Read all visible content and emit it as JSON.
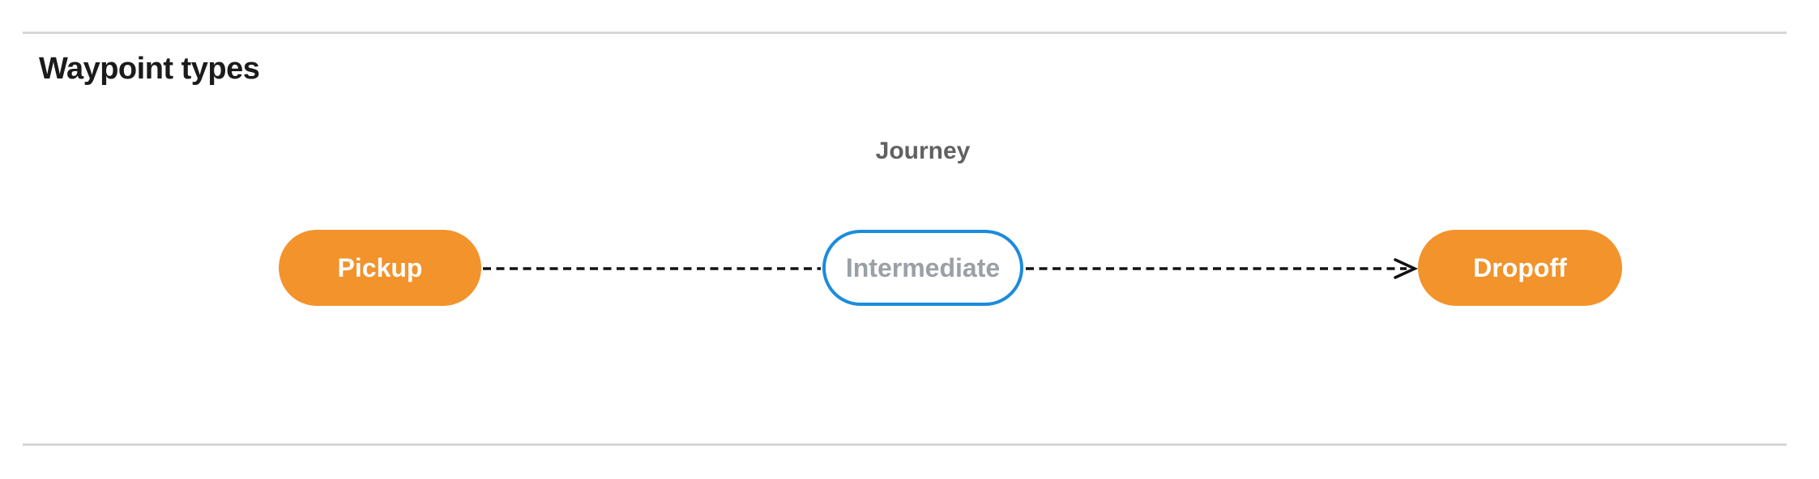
{
  "header": {
    "title": "Waypoint types"
  },
  "diagram": {
    "group_label": "Journey",
    "nodes": [
      {
        "label": "Pickup"
      },
      {
        "label": "Intermediate"
      },
      {
        "label": "Dropoff"
      }
    ],
    "colors": {
      "terminal_fill": "#f2932b",
      "terminal_text": "#ffffff",
      "intermediate_border": "#1c8bdc",
      "intermediate_text": "#9aa0a6",
      "connector": "#111111",
      "divider": "#d6d6d6"
    }
  }
}
